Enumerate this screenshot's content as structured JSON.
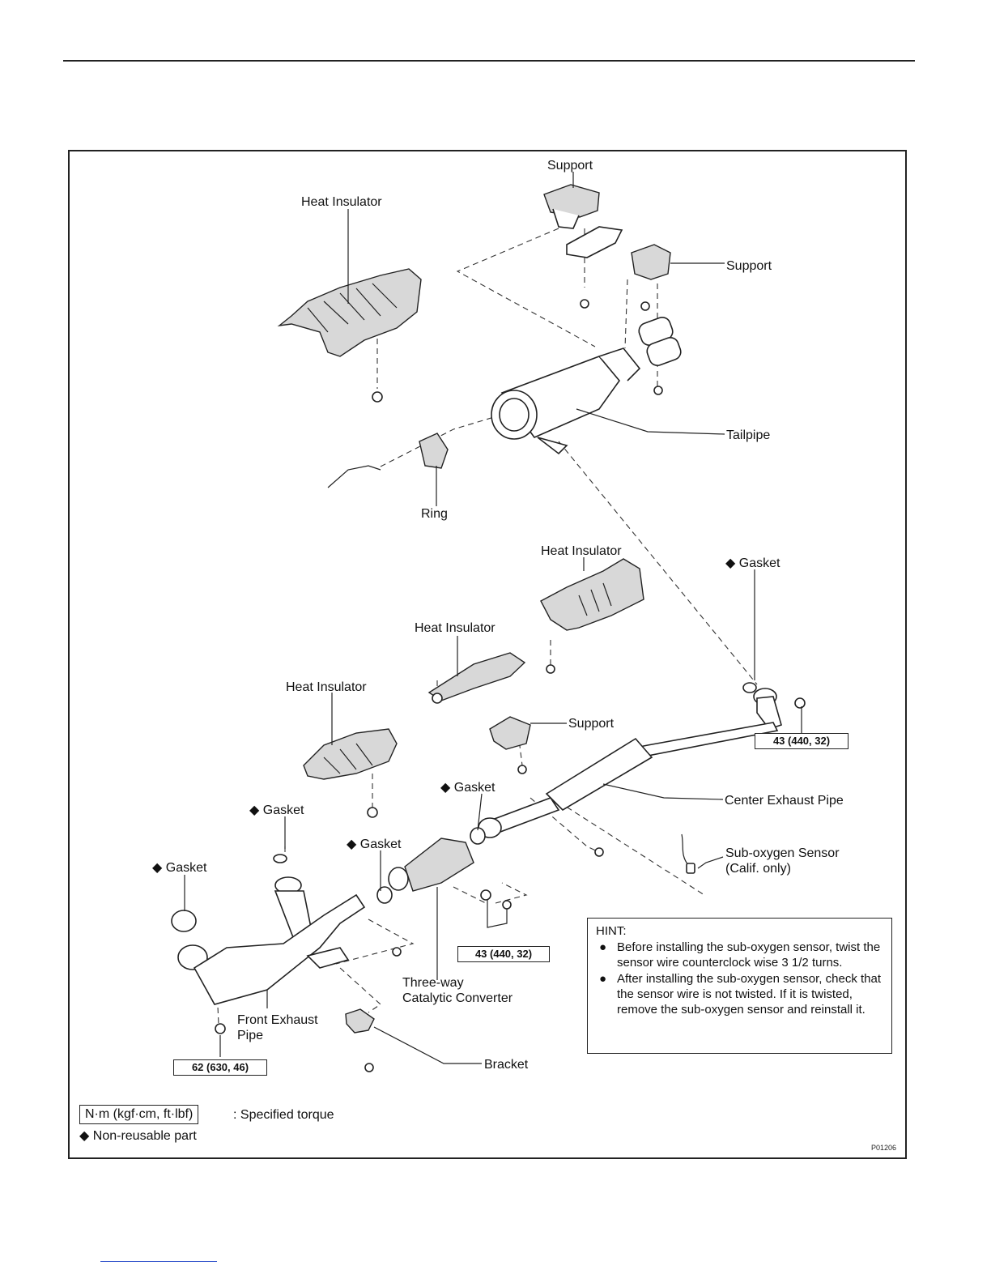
{
  "labels": {
    "support_top": "Support",
    "heat_insulator_top": "Heat Insulator",
    "support_right": "Support",
    "tailpipe": "Tailpipe",
    "ring": "Ring",
    "heat_insulator_center_right": "Heat Insulator",
    "gasket_right": "Gasket",
    "heat_insulator_center": "Heat Insulator",
    "heat_insulator_left": "Heat Insulator",
    "support_center": "Support",
    "gasket_center": "Gasket",
    "center_exhaust_pipe": "Center Exhaust Pipe",
    "gasket_left_upper": "Gasket",
    "gasket_middle": "Gasket",
    "sub_oxygen_sensor_line1": "Sub-oxygen Sensor",
    "sub_oxygen_sensor_line2": "(Calif. only)",
    "gasket_far_left": "Gasket",
    "three_way_line1": "Three-way",
    "three_way_line2": "Catalytic Converter",
    "front_exhaust_line1": "Front Exhaust",
    "front_exhaust_line2": "Pipe",
    "bracket": "Bracket"
  },
  "diamond_symbol": "◆",
  "torque": {
    "right": "43 (440, 32)",
    "center": "43 (440, 32)",
    "front": "62 (630, 46)"
  },
  "hint": {
    "title": "HINT:",
    "bullet": "●",
    "item1": "Before installing the sub-oxygen sensor, twist the sensor wire counterclock wise 3 1/2 turns.",
    "item2": "After installing the sub-oxygen sensor, check that the sensor wire is not twisted. If it is twisted, remove the sub-oxygen sensor and reinstall it."
  },
  "legend": {
    "torque_unit": "N·m (kgf·cm, ft·lbf)",
    "torque_text": ":  Specified torque",
    "nonreusable_text": "Non-reusable part"
  },
  "figure_code": "P01206"
}
